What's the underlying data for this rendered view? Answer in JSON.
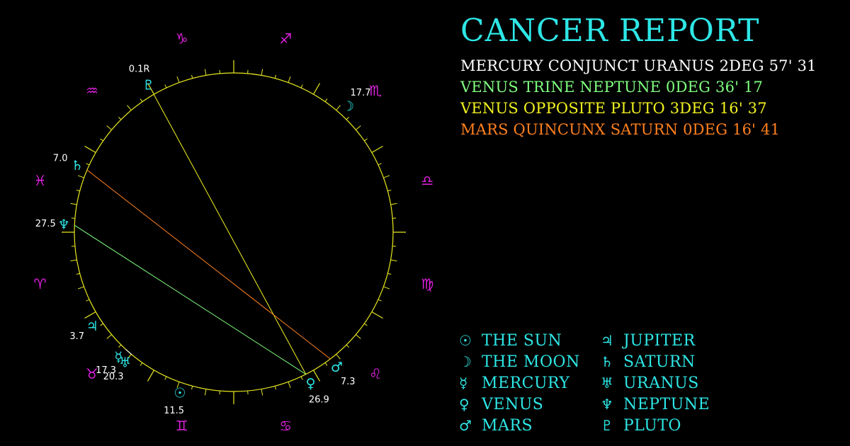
{
  "title": "CANCER REPORT",
  "colors": {
    "background": "#000000",
    "title": "#2ee6e6",
    "sign": "#e020e0",
    "planet": "#2ee6e6",
    "ring": "#e8e820",
    "number": "#ffffff",
    "aspect_conjunct": "#ffffff",
    "aspect_trine": "#80ff80",
    "aspect_opposite": "#f2f220",
    "aspect_quincunx": "#ff8020"
  },
  "aspects": [
    {
      "text": "MERCURY CONJUNCT URANUS 2DEG 57' 31",
      "color": "#ffffff"
    },
    {
      "text": "VENUS TRINE NEPTUNE 0DEG 36' 17",
      "color": "#80ff80"
    },
    {
      "text": "VENUS OPPOSITE PLUTO 3DEG 16' 37",
      "color": "#f2f220"
    },
    {
      "text": "MARS QUINCUNX SATURN 0DEG 16' 41",
      "color": "#ff8020"
    }
  ],
  "legend": [
    {
      "glyph": "☉",
      "icon": "sun-icon",
      "name": "THE SUN"
    },
    {
      "glyph": "♃",
      "icon": "jupiter-icon",
      "name": "JUPITER"
    },
    {
      "glyph": "☽",
      "icon": "moon-icon",
      "name": "THE MOON"
    },
    {
      "glyph": "♄",
      "icon": "saturn-icon",
      "name": "SATURN"
    },
    {
      "glyph": "☿",
      "icon": "mercury-icon",
      "name": "MERCURY"
    },
    {
      "glyph": "♅",
      "icon": "uranus-icon",
      "name": "URANUS"
    },
    {
      "glyph": "♀",
      "icon": "venus-icon",
      "name": "VENUS"
    },
    {
      "glyph": "♆",
      "icon": "neptune-icon",
      "name": "NEPTUNE"
    },
    {
      "glyph": "♂",
      "icon": "mars-icon",
      "name": "MARS"
    },
    {
      "glyph": "♇",
      "icon": "pluto-icon",
      "name": "PLUTO"
    }
  ],
  "signs": [
    {
      "glyph": "♈",
      "icon": "aries-icon",
      "longitude": 15
    },
    {
      "glyph": "♉",
      "icon": "taurus-icon",
      "longitude": 45
    },
    {
      "glyph": "♊",
      "icon": "gemini-icon",
      "longitude": 75
    },
    {
      "glyph": "♋",
      "icon": "cancer-icon",
      "longitude": 105
    },
    {
      "glyph": "♌",
      "icon": "leo-icon",
      "longitude": 135
    },
    {
      "glyph": "♍",
      "icon": "virgo-icon",
      "longitude": 165
    },
    {
      "glyph": "♎",
      "icon": "libra-icon",
      "longitude": 195
    },
    {
      "glyph": "♏",
      "icon": "scorpio-icon",
      "longitude": 225
    },
    {
      "glyph": "♐",
      "icon": "sagittarius-icon",
      "longitude": 255
    },
    {
      "glyph": "♑",
      "icon": "capricorn-icon",
      "longitude": 285
    },
    {
      "glyph": "♒",
      "icon": "aquarius-icon",
      "longitude": 315
    },
    {
      "glyph": "♓",
      "icon": "pisces-icon",
      "longitude": 345
    }
  ],
  "planets": [
    {
      "key": "sun",
      "glyph": "☉",
      "icon": "sun-icon",
      "longitude": 71.5,
      "label": "11.5"
    },
    {
      "key": "moon",
      "glyph": "☽",
      "icon": "moon-icon",
      "longitude": 227.7,
      "label": "17.7"
    },
    {
      "key": "mercury",
      "glyph": "☿",
      "icon": "mercury-icon",
      "longitude": 47.3,
      "label": "17.3"
    },
    {
      "key": "venus",
      "glyph": "♀",
      "icon": "venus-icon",
      "longitude": 116.9,
      "label": "26.9"
    },
    {
      "key": "mars",
      "glyph": "♂",
      "icon": "mars-icon",
      "longitude": 127.3,
      "label": "7.3"
    },
    {
      "key": "jupiter",
      "glyph": "♃",
      "icon": "jupiter-icon",
      "longitude": 33.7,
      "label": "3.7"
    },
    {
      "key": "saturn",
      "glyph": "♄",
      "icon": "saturn-icon",
      "longitude": 337.0,
      "label": "7.0"
    },
    {
      "key": "uranus",
      "glyph": "♅",
      "icon": "uranus-icon",
      "longitude": 50.3,
      "label": "20.3"
    },
    {
      "key": "neptune",
      "glyph": "♆",
      "icon": "neptune-icon",
      "longitude": 357.5,
      "label": "27.5"
    },
    {
      "key": "pluto",
      "glyph": "♇",
      "icon": "pluto-icon",
      "longitude": 300.1,
      "label": "0.1R"
    }
  ],
  "aspect_lines": [
    {
      "from": "venus",
      "to": "pluto",
      "color": "#f2f220"
    },
    {
      "from": "venus",
      "to": "neptune",
      "color": "#80ff80"
    },
    {
      "from": "mars",
      "to": "saturn",
      "color": "#ff8020"
    },
    {
      "from": "mercury",
      "to": "uranus",
      "color": "#ffffff"
    }
  ]
}
